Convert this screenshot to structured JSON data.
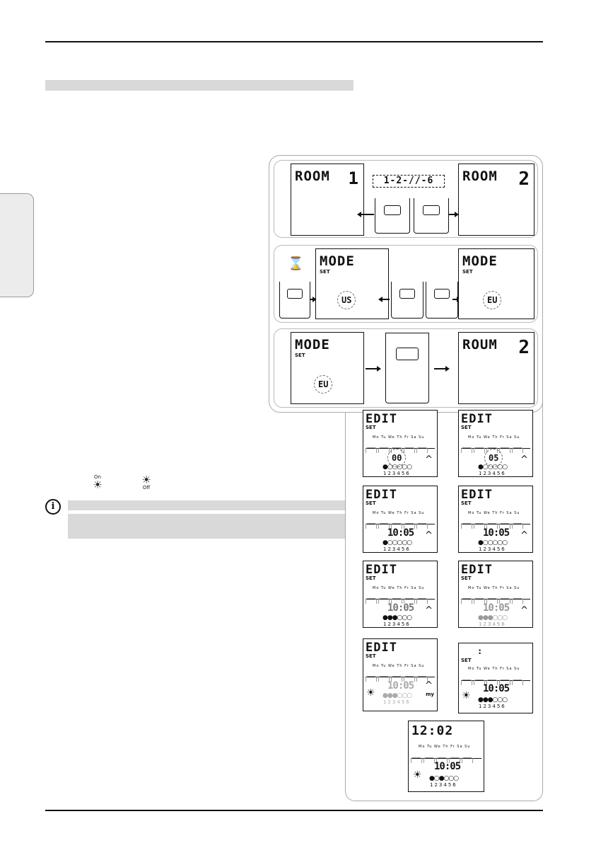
{
  "symbols": {
    "info": "i",
    "sun_glyph": "☀",
    "sun_on_label": "On",
    "sun_off_label": "Off",
    "hourglass": "⌛"
  },
  "room_row": {
    "left_screen": "ROOM",
    "left_number": "1",
    "right_screen": "ROOM",
    "right_number": "2",
    "sequence": "1-2-//-6"
  },
  "mode_row": {
    "left_title": "MODE",
    "left_set": "SET",
    "left_value": "US",
    "right_title": "MODE",
    "right_set": "SET",
    "right_value": "EU"
  },
  "confirm_row": {
    "left_title": "MODE",
    "left_set": "SET",
    "left_value": "EU",
    "right_title": "ROUM",
    "right_number": "2"
  },
  "schedule_screens": {
    "edit_title": "EDIT",
    "set_label": "SET",
    "days": "Mo Tu We Th Fr Sa Su",
    "dot_numbers": "123456",
    "caret": "^",
    "time_00": "00",
    "time_05": "05",
    "time_1005": "10:05",
    "clock": "12:02",
    "colon": ":",
    "my_label": "my"
  }
}
